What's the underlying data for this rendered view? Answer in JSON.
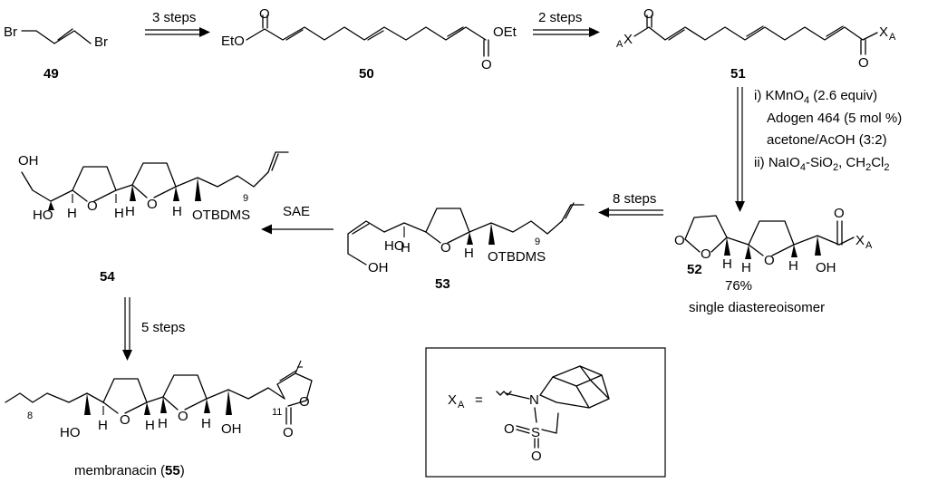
{
  "compounds": {
    "c49": {
      "number": "49",
      "atom_left": "Br",
      "atom_right": "Br"
    },
    "c50": {
      "number": "50",
      "atom_left": "EtO",
      "atom_right": "OEt",
      "oxygen": "O"
    },
    "c51": {
      "number": "51",
      "aux_left_sub": "A",
      "aux_left_x": "X",
      "aux_right_x": "X",
      "aux_right_sub": "A",
      "oxygen": "O"
    },
    "c52": {
      "number": "52",
      "yield": "76%",
      "note": "single diastereoisomer",
      "oxygen": "O",
      "hydroxyl": "OH",
      "aux_x": "X",
      "aux_sub": "A",
      "hydrogen": "H"
    },
    "c53": {
      "number": "53",
      "hydroxyl_top": "HO",
      "hydroxyl_bottom": "OH",
      "silyl": "OTBDMS",
      "chain_n": "9",
      "oxygen": "O",
      "hydrogen": "H"
    },
    "c54": {
      "number": "54",
      "hydroxyl_top": "OH",
      "hydroxyl_bottom": "HO",
      "silyl": "OTBDMS",
      "chain_n": "9",
      "oxygen": "O",
      "hydrogen": "H"
    },
    "c55": {
      "name": "membranacin (",
      "number": "55",
      "name_end": ")",
      "chain_left_n": "8",
      "chain_right_n": "11",
      "hydroxyl_left": "HO",
      "hydroxyl_right": "OH",
      "oxygen": "O",
      "hydrogen": "H"
    }
  },
  "steps": {
    "s1": "3 steps",
    "s2": "2 steps",
    "s3_i": "i) KMnO",
    "s3_i_sub": "4",
    "s3_i_end": " (2.6 equiv)",
    "s3_line2": "Adogen 464 (5 mol %)",
    "s3_line3": "acetone/AcOH (3:2)",
    "s3_ii": "ii) NaIO",
    "s3_ii_sub1": "4",
    "s3_ii_mid": "-SiO",
    "s3_ii_sub2": "2",
    "s3_ii_mid2": ", CH",
    "s3_ii_sub3": "2",
    "s3_ii_mid3": "Cl",
    "s3_ii_sub4": "2",
    "s4": "8 steps",
    "s5": "SAE",
    "s6": "5 steps"
  },
  "legend_box": {
    "x": "X",
    "sub": "A",
    "equals": "=",
    "n": "N",
    "s": "S",
    "o1": "O",
    "o2": "O"
  }
}
